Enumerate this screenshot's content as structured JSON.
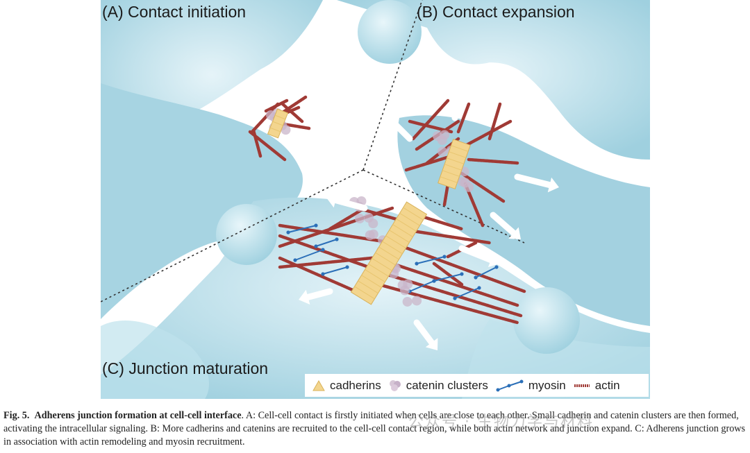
{
  "figure": {
    "panels": {
      "a": "(A) Contact initiation",
      "b": "(B) Contact expansion",
      "c": "(C) Junction maturation"
    },
    "legend": {
      "cadherins": "cadherins",
      "catenin": "catenin clusters",
      "myosin": "myosin",
      "actin": "actin"
    },
    "colors": {
      "cell": "#a9d6e3",
      "nucleus": "#c9e7f0",
      "actin": "#a03a35",
      "cadherin": "#f3d58e",
      "catenin": "#c9b6c9",
      "myosin": "#2b6fb8"
    }
  },
  "caption": {
    "label": "Fig. 5.",
    "title": "Adherens junction formation at cell-cell interface",
    "text": ". A: Cell-cell contact is firstly initiated when cells are close to each other. Small cadherin and catenin clusters are then formed, activating the intracellular signaling. B: More cadherins and catenins are recruited to the cell-cell contact region, while both actin network and junction expand. C: Adherens junction grows in association with actin remodeling and myosin recruitment."
  },
  "watermark": "公众号 · 生物力学与材料"
}
